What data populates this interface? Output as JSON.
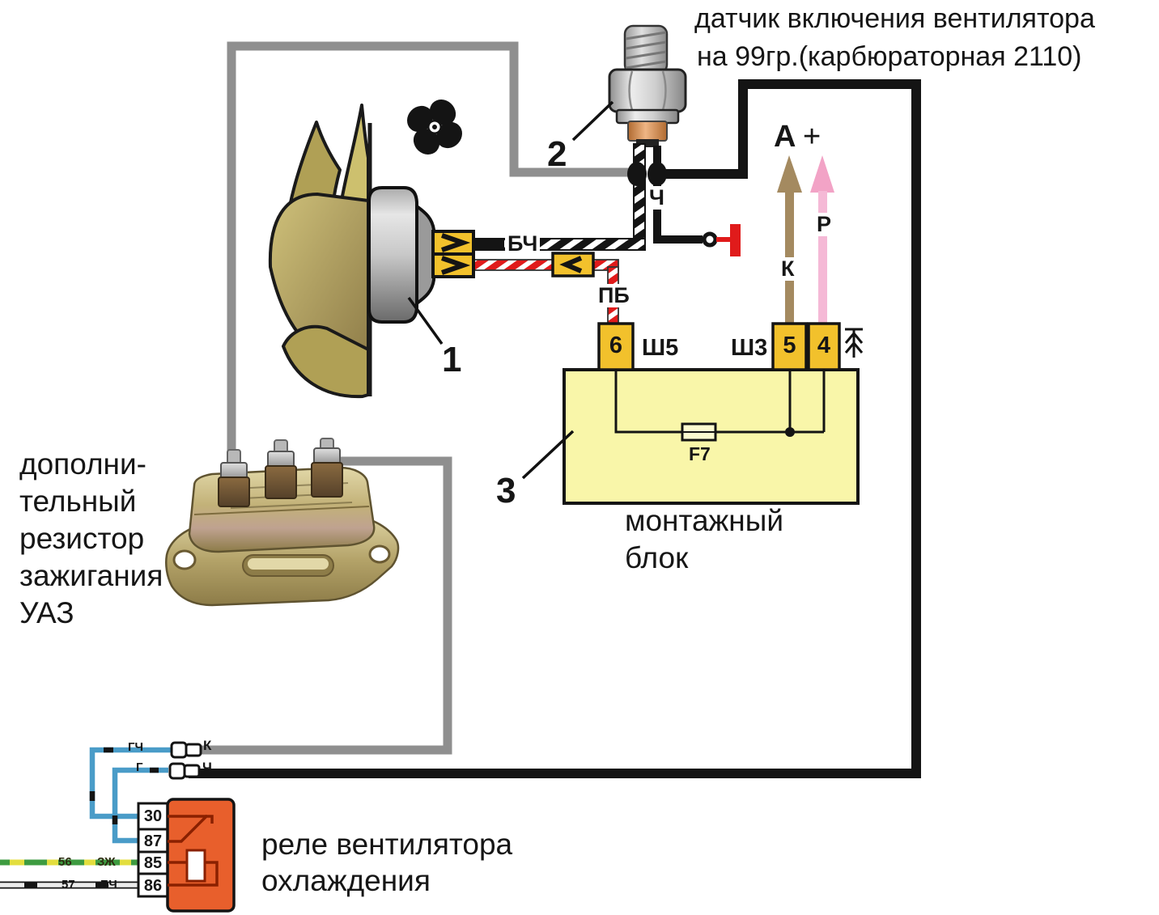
{
  "title": {
    "line1": "датчик включения вентилятора",
    "line2": "на 99гр.(карбюраторная 2110)"
  },
  "callouts": {
    "fan": "1",
    "sensor": "2",
    "block": "3"
  },
  "wire_labels": {
    "bch": "БЧ",
    "pb": "ПБ",
    "ch": "Ч",
    "a": "А",
    "plus": "+",
    "brown_k": "К",
    "pink_r": "Р"
  },
  "mounting_block": {
    "caption_line1": "монтажный",
    "caption_line2": "блок",
    "fuse": "F7",
    "pin6": "6",
    "pin5": "5",
    "pin4": "4",
    "conn_sh5": "Ш5",
    "conn_sh3": "Ш3"
  },
  "relay": {
    "caption_line1": "реле вентилятора",
    "caption_line2": "охлаждения",
    "pins": [
      "30",
      "87",
      "85",
      "86"
    ],
    "wire_labels": {
      "row1_left": "ГЧ",
      "row1_right": "К",
      "row2_left": "Г",
      "row2_right": "Ч",
      "w85_a": "56",
      "w85_b": "ЗЖ",
      "w86_a": "57",
      "w86_b": "БЧ"
    }
  },
  "resistor": {
    "caption_lines": [
      "дополни-",
      "тельный",
      "резистор",
      "зажигания",
      "УАЗ"
    ]
  },
  "colors": {
    "gray-wire": "#8f8f8f",
    "black-wire": "#141414",
    "red": "#e01b1b",
    "blue-wire": "#4a9cc8",
    "green-wire": "#3d9b40",
    "yellow-dash": "#e3de3e",
    "relay-orange": "#e85f2c",
    "relay-symbol": "#8a2000",
    "block-yellow": "#f9f6a9",
    "pin-yellow": "#f2c12c",
    "brown": "#a48a60",
    "pink-head": "#f2a3c6",
    "pink-shaft": "#f5b9d6",
    "khaki": "#cdc06e",
    "khaki-dark": "#b0a055"
  }
}
